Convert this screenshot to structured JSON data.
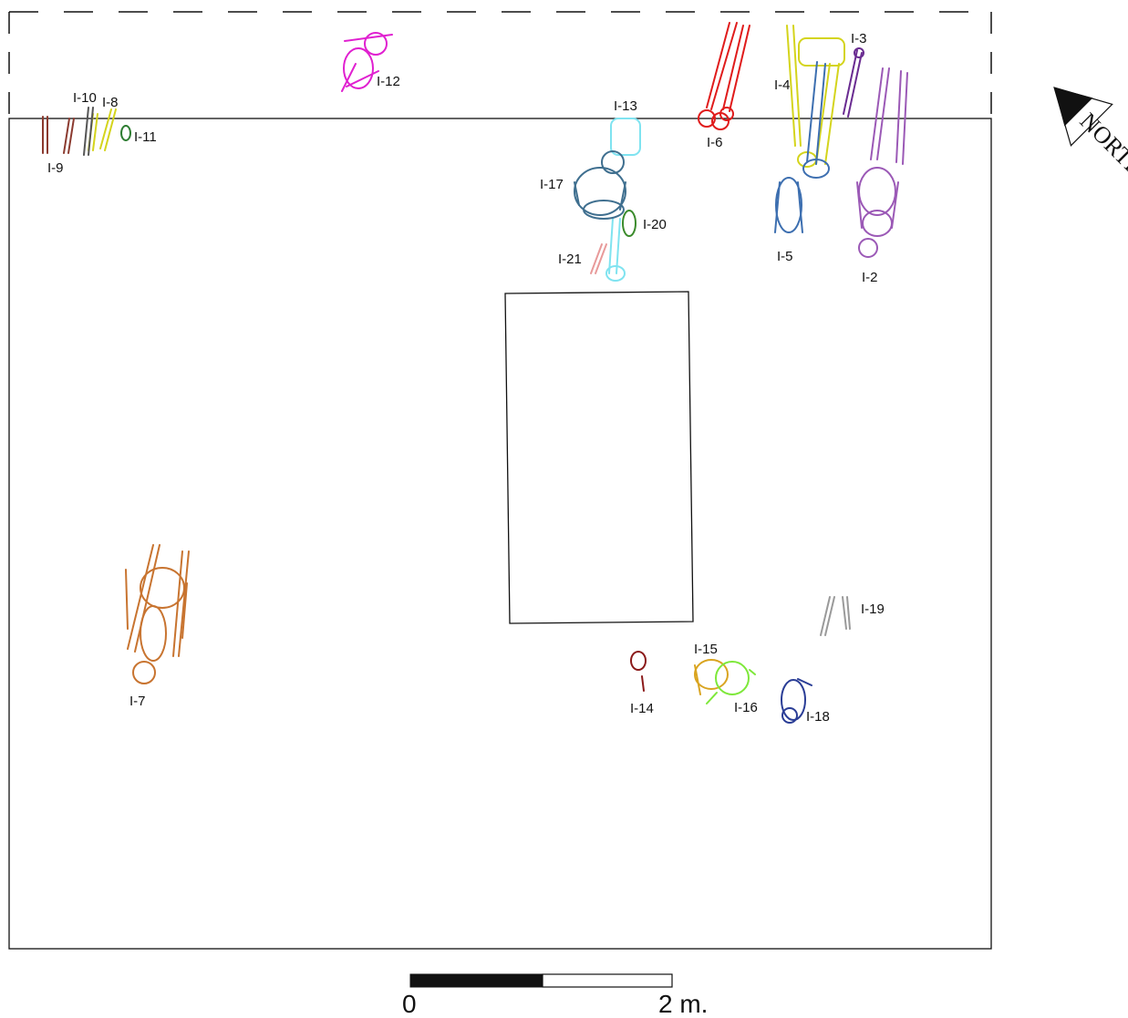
{
  "burials": [
    {
      "id": "I-2",
      "color": "#9b59b6"
    },
    {
      "id": "I-3",
      "color": "#6a2c91"
    },
    {
      "id": "I-4",
      "color": "#d4d41c"
    },
    {
      "id": "I-5",
      "color": "#3d6fb0"
    },
    {
      "id": "I-6",
      "color": "#e01b1b"
    },
    {
      "id": "I-7",
      "color": "#c87430"
    },
    {
      "id": "I-8",
      "color": "#d4d41c"
    },
    {
      "id": "I-9",
      "color": "#8b3a2f"
    },
    {
      "id": "I-10",
      "color": "#555555"
    },
    {
      "id": "I-11",
      "color": "#2e7d32"
    },
    {
      "id": "I-12",
      "color": "#e020d0"
    },
    {
      "id": "I-13",
      "color": "#7fe3f0"
    },
    {
      "id": "I-14",
      "color": "#8b1a1a"
    },
    {
      "id": "I-15",
      "color": "#d9a420"
    },
    {
      "id": "I-16",
      "color": "#7ee83a"
    },
    {
      "id": "I-17",
      "color": "#3f6f8f"
    },
    {
      "id": "I-18",
      "color": "#2a3d96"
    },
    {
      "id": "I-19",
      "color": "#9a9a9a"
    },
    {
      "id": "I-20",
      "color": "#3b8b2c"
    },
    {
      "id": "I-21",
      "color": "#e89a9a"
    }
  ],
  "scale": {
    "start_label": "0",
    "end_label": "2 m."
  },
  "north": {
    "label": "NORTE"
  }
}
